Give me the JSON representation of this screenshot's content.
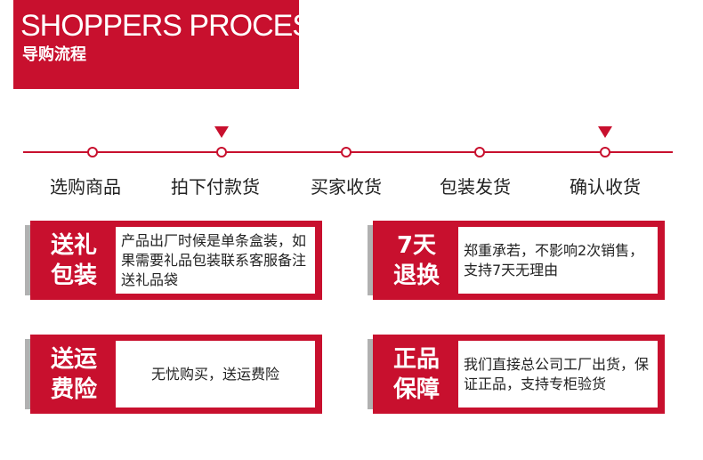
{
  "header": {
    "title_en": "SHOPPERS PROCESS",
    "title_cn": "导购流程"
  },
  "timeline": {
    "steps": [
      "选购商品",
      "拍下付款货",
      "买家收货",
      "包装发货",
      "确认收货"
    ]
  },
  "features": [
    {
      "title_line1": "送礼",
      "title_line2": "包装",
      "text": "产品出厂时候是单条盒装，如果需要礼品包装联系客服备注送礼品袋"
    },
    {
      "title_line1": "7天",
      "title_line2": "退换",
      "text": "郑重承若，不影响2次销售，支持7天无理由"
    },
    {
      "title_line1": "送运",
      "title_line2": "费险",
      "text": "无忧购买，送运费险"
    },
    {
      "title_line1": "正品",
      "title_line2": "保障",
      "text": "我们直接总公司工厂出货，保证正品，支持专柜验货"
    }
  ],
  "colors": {
    "accent": "#c8102e",
    "shadow": "#b1b1b1"
  }
}
